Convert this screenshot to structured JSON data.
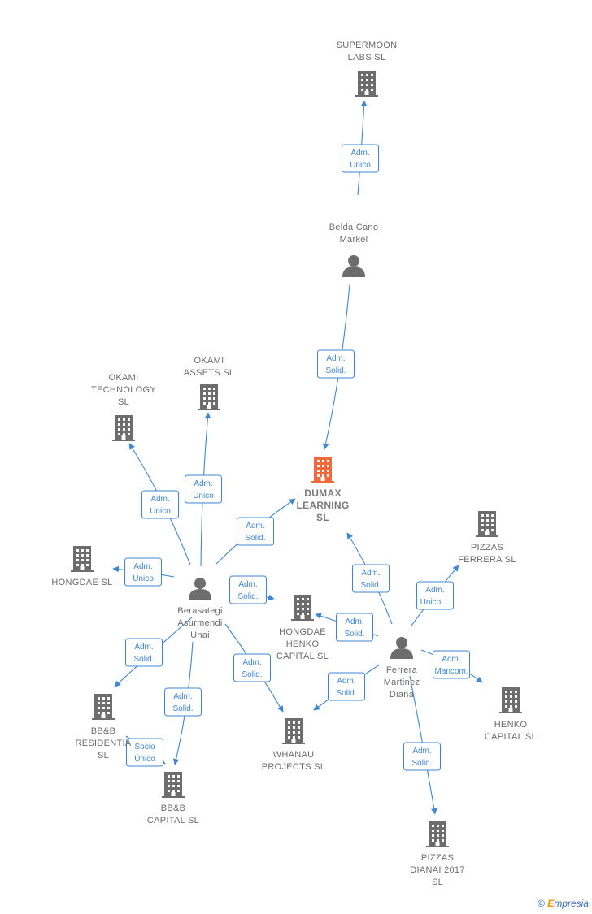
{
  "nodes": [
    {
      "id": "supermoon",
      "type": "company",
      "focus": false,
      "lines": [
        "SUPERMOON",
        "LABS  SL"
      ]
    },
    {
      "id": "belda",
      "type": "person",
      "lines": [
        "Belda Cano",
        "Markel"
      ]
    },
    {
      "id": "dumax",
      "type": "company",
      "focus": true,
      "lines": [
        "DUMAX",
        "LEARNING",
        "SL"
      ]
    },
    {
      "id": "okami_assets",
      "type": "company",
      "focus": false,
      "lines": [
        "OKAMI",
        "ASSETS  SL"
      ]
    },
    {
      "id": "okami_tech",
      "type": "company",
      "focus": false,
      "lines": [
        "OKAMI",
        "TECHNOLOGY",
        "SL"
      ]
    },
    {
      "id": "hongdae",
      "type": "company",
      "focus": false,
      "lines": [
        "HONGDAE  SL"
      ]
    },
    {
      "id": "berasategi",
      "type": "person",
      "lines": [
        "Berasategi",
        "Asurmendi",
        "Unai"
      ]
    },
    {
      "id": "hongdae_henko",
      "type": "company",
      "focus": false,
      "lines": [
        "HONGDAE",
        "HENKO",
        "CAPITAL  SL"
      ]
    },
    {
      "id": "pizzas_ferrera",
      "type": "company",
      "focus": false,
      "lines": [
        "PIZZAS",
        "FERRERA  SL"
      ]
    },
    {
      "id": "ferrera",
      "type": "person",
      "lines": [
        "Ferrera",
        "Martinez",
        "Diana"
      ]
    },
    {
      "id": "henko",
      "type": "company",
      "focus": false,
      "lines": [
        "HENKO",
        "CAPITAL  SL"
      ]
    },
    {
      "id": "bb_resid",
      "type": "company",
      "focus": false,
      "lines": [
        "BB&B",
        "RESIDENTIA",
        "SL"
      ]
    },
    {
      "id": "bb_capital",
      "type": "company",
      "focus": false,
      "lines": [
        "BB&B",
        "CAPITAL  SL"
      ]
    },
    {
      "id": "whanau",
      "type": "company",
      "focus": false,
      "lines": [
        "WHANAU",
        "PROJECTS  SL"
      ]
    },
    {
      "id": "pizzas_dianai",
      "type": "company",
      "focus": false,
      "lines": [
        "PIZZAS",
        "DIANAI 2017",
        "SL"
      ]
    }
  ],
  "edges": [
    {
      "from": "belda",
      "to": "supermoon",
      "label": [
        "Adm.",
        "Unico"
      ]
    },
    {
      "from": "belda",
      "to": "dumax",
      "label": [
        "Adm.",
        "Solid."
      ]
    },
    {
      "from": "berasategi",
      "to": "okami_assets",
      "label": [
        "Adm.",
        "Unico"
      ]
    },
    {
      "from": "berasategi",
      "to": "okami_tech",
      "label": [
        "Adm.",
        "Unico"
      ]
    },
    {
      "from": "berasategi",
      "to": "dumax",
      "label": [
        "Adm.",
        "Solid."
      ]
    },
    {
      "from": "berasategi",
      "to": "hongdae",
      "label": [
        "Adm.",
        "Unico"
      ]
    },
    {
      "from": "berasategi",
      "to": "hongdae_henko",
      "label": [
        "Adm.",
        "Solid."
      ]
    },
    {
      "from": "berasategi",
      "to": "bb_resid",
      "label": [
        "Adm.",
        "Solid."
      ]
    },
    {
      "from": "berasategi",
      "to": "bb_capital",
      "label": [
        "Adm.",
        "Solid."
      ]
    },
    {
      "from": "berasategi",
      "to": "whanau",
      "label": [
        "Adm.",
        "Solid."
      ]
    },
    {
      "from": "bb_resid",
      "to": "bb_capital",
      "label": [
        "Socio",
        "Único"
      ]
    },
    {
      "from": "ferrera",
      "to": "dumax",
      "label": [
        "Adm.",
        "Solid."
      ]
    },
    {
      "from": "ferrera",
      "to": "pizzas_ferrera",
      "label": [
        "Adm.",
        "Unico,..."
      ]
    },
    {
      "from": "ferrera",
      "to": "hongdae_henko",
      "label": [
        "Adm.",
        "Solid."
      ]
    },
    {
      "from": "ferrera",
      "to": "henko",
      "label": [
        "Adm.",
        "Mancom."
      ]
    },
    {
      "from": "ferrera",
      "to": "whanau",
      "label": [
        "Adm.",
        "Solid."
      ]
    },
    {
      "from": "ferrera",
      "to": "pizzas_dianai",
      "label": [
        "Adm.",
        "Solid."
      ]
    }
  ],
  "colors": {
    "edge": "#3f86d6",
    "company": "#6d6d6d",
    "focus_company": "#f26a3c",
    "person": "#6d6d6d"
  },
  "footer": {
    "copyright": "©",
    "brand_initial": "E",
    "brand_rest": "mpresia"
  }
}
